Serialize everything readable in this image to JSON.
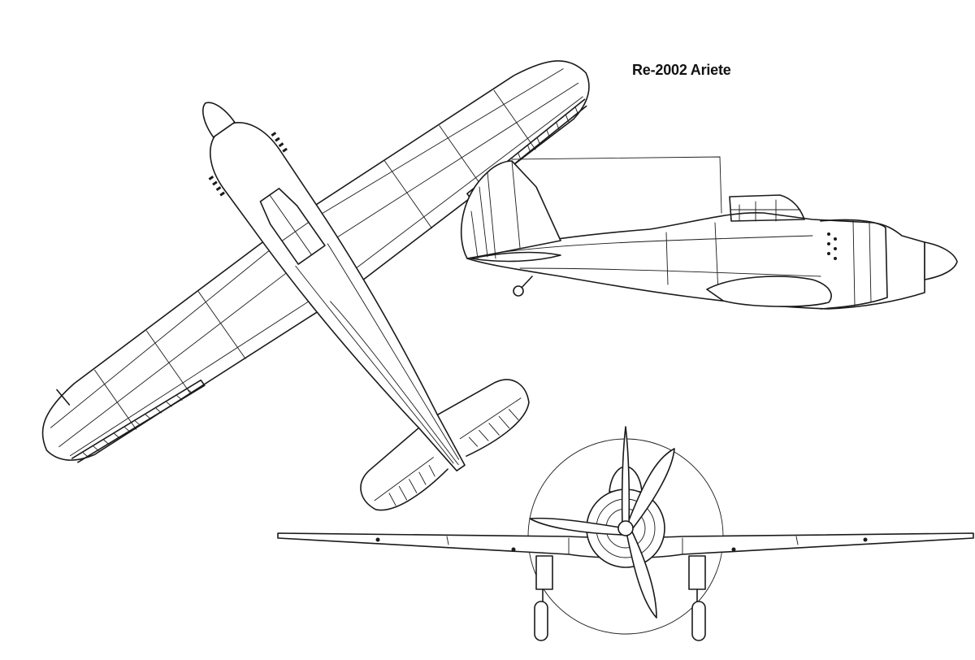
{
  "title": "Re-2002 Ariete",
  "colors": {
    "line": "#1a1a1a",
    "background": "#ffffff"
  },
  "views": [
    {
      "id": "plan-view"
    },
    {
      "id": "side-view"
    },
    {
      "id": "front-view"
    }
  ]
}
